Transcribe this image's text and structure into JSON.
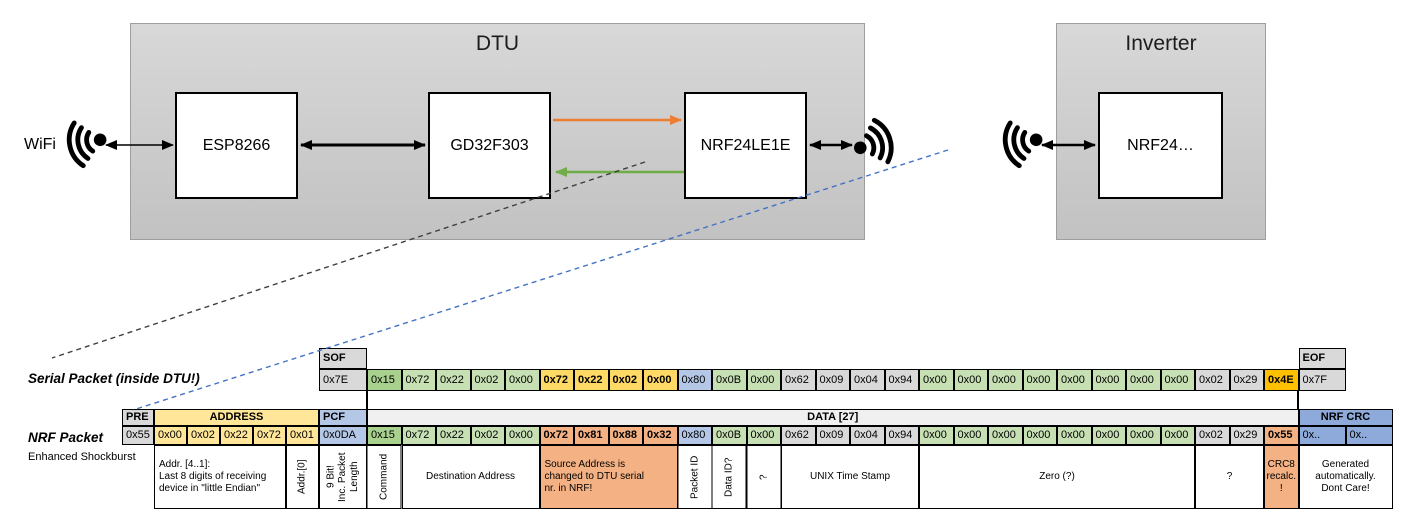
{
  "topology": {
    "wifi_label": "WiFi",
    "dtu": {
      "title": "DTU",
      "components": [
        "ESP8266",
        "GD32F303",
        "NRF24LE1E"
      ]
    },
    "inverter": {
      "title": "Inverter",
      "component": "NRF24…"
    },
    "colors": {
      "orange_arrow": "#ED7D31",
      "green_arrow": "#70AD47",
      "blue_dashed": "#4472C4",
      "black_dashed": "#404040"
    }
  },
  "labels": {
    "serial": "Serial Packet (inside DTU!)",
    "nrf": "NRF Packet",
    "shockburst": "Enhanced Shockburst"
  },
  "serial_packet": {
    "sof": {
      "header": "SOF",
      "value": "0x7E"
    },
    "eof": {
      "header": "EOF",
      "value": "0x7F"
    },
    "data": [
      [
        "0x15",
        "G"
      ],
      [
        "0x72",
        "g"
      ],
      [
        "0x22",
        "g"
      ],
      [
        "0x02",
        "g"
      ],
      [
        "0x00",
        "g"
      ],
      [
        "0x72",
        "y"
      ],
      [
        "0x22",
        "y"
      ],
      [
        "0x02",
        "y"
      ],
      [
        "0x00",
        "y"
      ],
      [
        "0x80",
        "b"
      ],
      [
        "0x0B",
        "g"
      ],
      [
        "0x00",
        "g"
      ],
      [
        "0x62",
        "x"
      ],
      [
        "0x09",
        "x"
      ],
      [
        "0x04",
        "x"
      ],
      [
        "0x94",
        "x"
      ],
      [
        "0x00",
        "g"
      ],
      [
        "0x00",
        "g"
      ],
      [
        "0x00",
        "g"
      ],
      [
        "0x00",
        "g"
      ],
      [
        "0x00",
        "g"
      ],
      [
        "0x00",
        "g"
      ],
      [
        "0x00",
        "g"
      ],
      [
        "0x00",
        "g"
      ],
      [
        "0x02",
        "x"
      ],
      [
        "0x29",
        "x"
      ],
      [
        "0x4E",
        "A"
      ]
    ]
  },
  "nrf_packet": {
    "pre": {
      "header": "PRE",
      "value": "0x55"
    },
    "address": {
      "header": "ADDRESS",
      "values": [
        "0x00",
        "0x02",
        "0x22",
        "0x72",
        "0x01"
      ]
    },
    "pcf": {
      "header": "PCF",
      "value": "0x0DA"
    },
    "data_header": "DATA [27]",
    "data": [
      [
        "0x15",
        "G"
      ],
      [
        "0x72",
        "g"
      ],
      [
        "0x22",
        "g"
      ],
      [
        "0x02",
        "g"
      ],
      [
        "0x00",
        "g"
      ],
      [
        "0x72",
        "s"
      ],
      [
        "0x81",
        "s"
      ],
      [
        "0x88",
        "s"
      ],
      [
        "0x32",
        "s"
      ],
      [
        "0x80",
        "b"
      ],
      [
        "0x0B",
        "g"
      ],
      [
        "0x00",
        "g"
      ],
      [
        "0x62",
        "x"
      ],
      [
        "0x09",
        "x"
      ],
      [
        "0x04",
        "x"
      ],
      [
        "0x94",
        "x"
      ],
      [
        "0x00",
        "g"
      ],
      [
        "0x00",
        "g"
      ],
      [
        "0x00",
        "g"
      ],
      [
        "0x00",
        "g"
      ],
      [
        "0x00",
        "g"
      ],
      [
        "0x00",
        "g"
      ],
      [
        "0x00",
        "g"
      ],
      [
        "0x00",
        "g"
      ],
      [
        "0x02",
        "x"
      ],
      [
        "0x29",
        "x"
      ],
      [
        "0x55",
        "s"
      ]
    ],
    "crc": {
      "header": "NRF CRC",
      "values": [
        "0x..",
        "0x.."
      ]
    }
  },
  "annotations": [
    {
      "name": "addr41-note",
      "col": "a1",
      "span": 4,
      "align": "left",
      "text": "Addr. [4..1]:\nLast 8 digits of receiving\ndevice in \"little Endian\""
    },
    {
      "name": "addr0-note",
      "col": "a5",
      "span": 1,
      "vertical": true,
      "text": "Addr.[0]"
    },
    {
      "name": "pcf-note",
      "col": "pcf",
      "span": 1,
      "vertical": true,
      "text": "9 Bit!\nInc. Packet\nLength"
    },
    {
      "name": "command-note",
      "col": "d1",
      "span": 1,
      "vertical": true,
      "text": "Command"
    },
    {
      "name": "destination-note",
      "col": "d2",
      "span": 4,
      "text": "Destination Address"
    },
    {
      "name": "source-note",
      "col": "d6",
      "span": 4,
      "style": "salmon",
      "align": "left",
      "text": "Source Address is\nchanged to DTU serial\nnr. in NRF!"
    },
    {
      "name": "packet-id-note",
      "col": "d10",
      "span": 1,
      "vertical": true,
      "text": "Packet ID"
    },
    {
      "name": "data-id-note",
      "col": "d11",
      "span": 1,
      "vertical": true,
      "text": "Data ID?"
    },
    {
      "name": "unknown1-note",
      "col": "d12",
      "span": 1,
      "vertical": true,
      "text": "?"
    },
    {
      "name": "unix-note",
      "col": "d13",
      "span": 4,
      "text": "UNIX Time Stamp"
    },
    {
      "name": "zero-note",
      "col": "d17",
      "span": 8,
      "text": "Zero (?)"
    },
    {
      "name": "unknown2-note",
      "col": "d25",
      "span": 2,
      "text": "?"
    },
    {
      "name": "crc8-note",
      "col": "d27",
      "span": 1,
      "style": "salmon",
      "text": "CRC8\nrecalc.\n!"
    },
    {
      "name": "crc-generated-note",
      "col": "crc1",
      "span": 2,
      "text": "Generated\nautomatically.\nDont Care!"
    }
  ]
}
